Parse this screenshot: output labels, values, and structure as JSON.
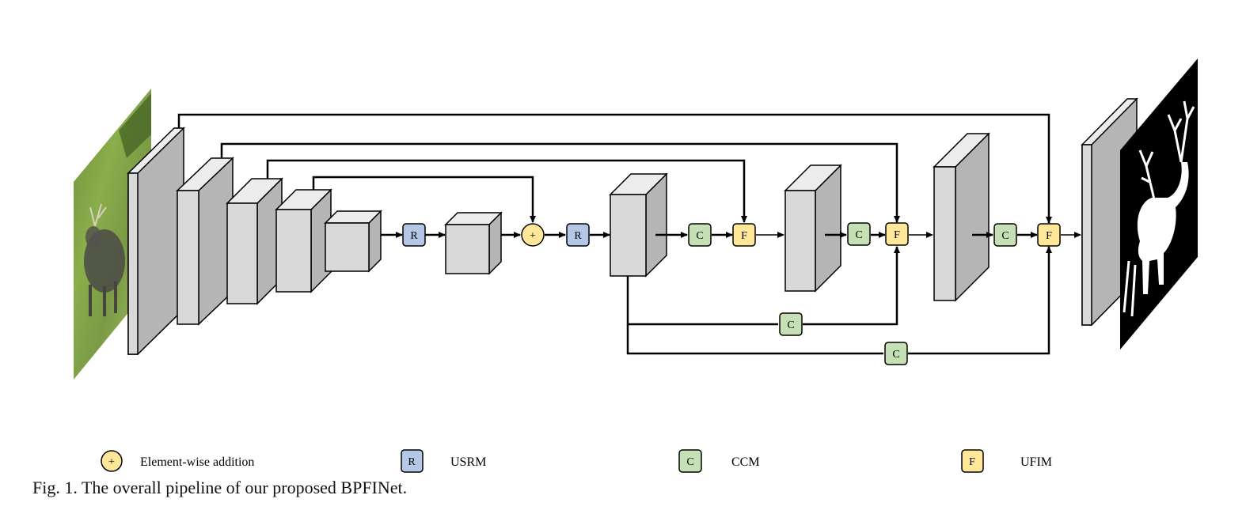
{
  "modules": {
    "add_symbol": "+",
    "usrm_symbol": "R",
    "ccm_symbol": "C",
    "ufim_symbol": "F"
  },
  "legend": {
    "addition_label": "Element-wise addition",
    "usrm_label": "USRM",
    "ccm_label": "CCM",
    "ufim_label": "UFIM"
  },
  "caption": "Fig. 1. The overall pipeline of our proposed BPFINet.",
  "colors": {
    "usrm": "#b4c7e7",
    "ccm": "#c5e0b4",
    "ufim": "#ffe699",
    "add": "#ffe699",
    "block_front": "#d9d9d9",
    "block_side": "#b5b5b5",
    "block_top": "#ececec",
    "line": "#000000"
  }
}
